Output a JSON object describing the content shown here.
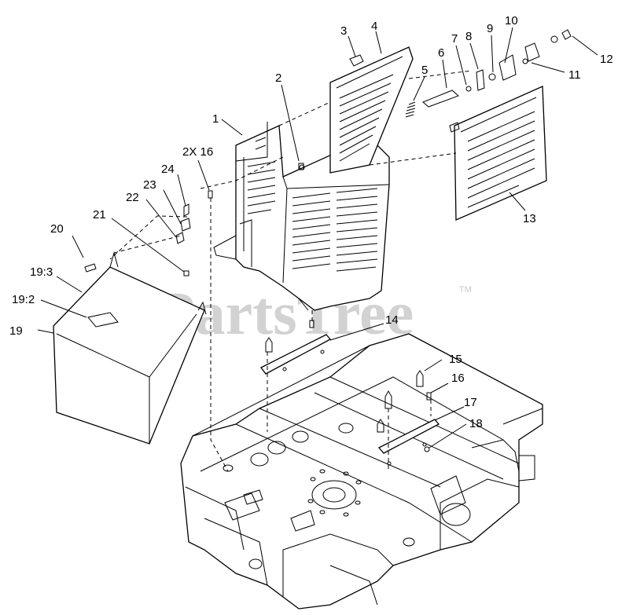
{
  "diagram": {
    "watermark": "PartsTree",
    "trademark": "TM",
    "callouts": {
      "c1": "1",
      "c2": "2",
      "c3": "3",
      "c4": "4",
      "c5": "5",
      "c6": "6",
      "c7": "7",
      "c8": "8",
      "c9": "9",
      "c10": "10",
      "c11": "11",
      "c12": "12",
      "c13": "13",
      "c14": "14",
      "c15": "15",
      "c16": "16",
      "c17": "17",
      "c18": "18",
      "c19": "19",
      "c19_2": "19:2",
      "c19_3": "19:3",
      "c20": "20",
      "c21": "21",
      "c22": "22",
      "c23": "23",
      "c24": "24",
      "c2x16": "2X 16"
    }
  }
}
